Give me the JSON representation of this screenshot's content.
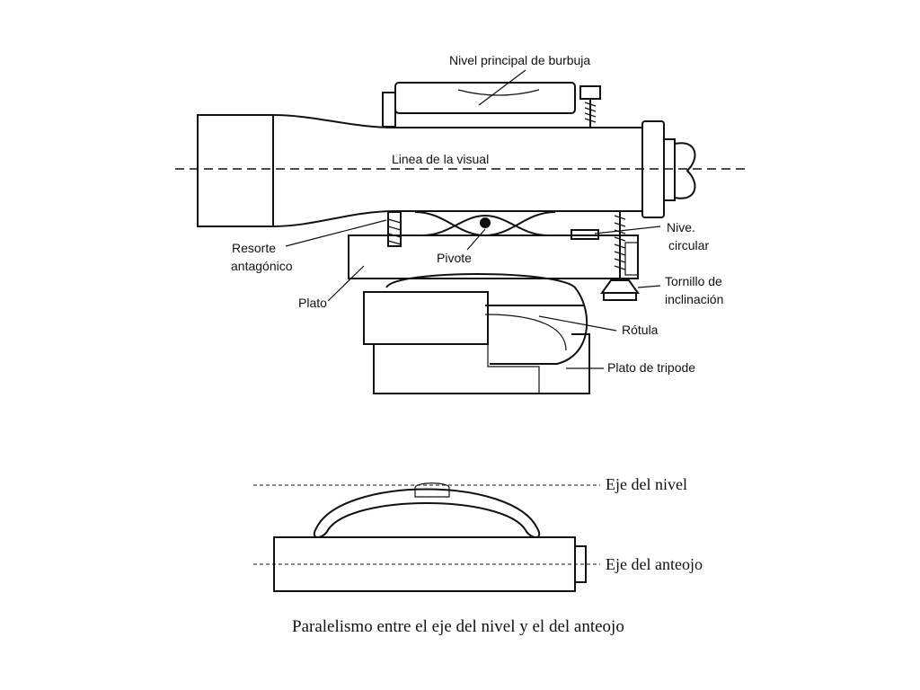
{
  "top_diagram": {
    "labels": {
      "nivel_principal": "Nivel principal de burbuja",
      "linea_visual": "Linea de la visual",
      "nive": "Nive.",
      "circular": "circular",
      "resorte": "Resorte",
      "antagonico": "antagónico",
      "pivote": "Pivote",
      "tornillo": "Tornillo de",
      "inclinacion": "inclinación",
      "plato": "Plato",
      "rotula": "Rótula",
      "plato_tripode": "Plato de tripode"
    }
  },
  "bottom_diagram": {
    "labels": {
      "eje_nivel": "Eje del nivel",
      "eje_anteojo": "Eje del anteojo"
    },
    "caption": "Paralelismo entre el eje del nivel y el del anteojo"
  }
}
